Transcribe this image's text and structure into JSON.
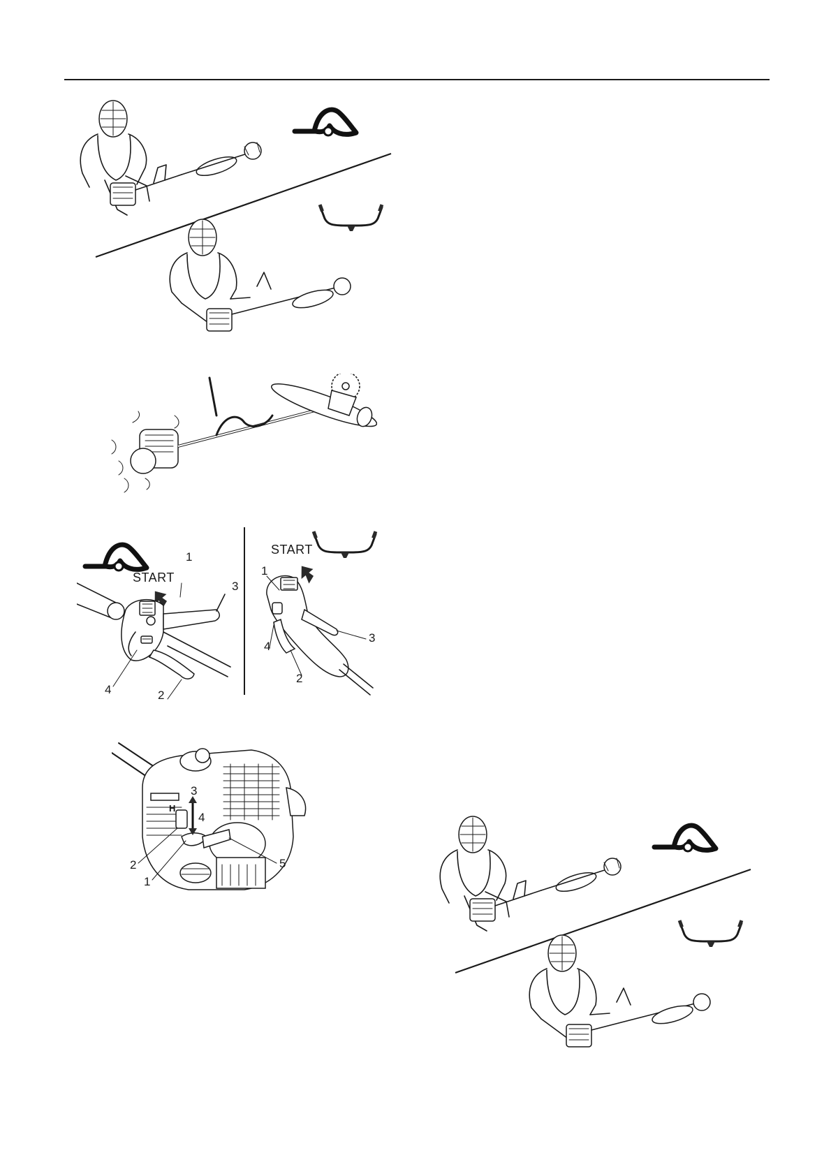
{
  "figure_3": {
    "labels": {
      "start_left": "START",
      "start_right": "START",
      "left_1": "1",
      "left_2": "2",
      "left_3": "3",
      "left_4": "4",
      "right_1": "1",
      "right_2": "2",
      "right_3": "3",
      "right_4": "4"
    }
  },
  "figure_4": {
    "labels": {
      "l1": "1",
      "l2": "2",
      "l3": "3",
      "l4": "4",
      "l5": "5",
      "h": "H"
    }
  },
  "icons": {
    "loop_handle": "loop-handle-icon",
    "bike_handle": "bike-handle-icon"
  }
}
